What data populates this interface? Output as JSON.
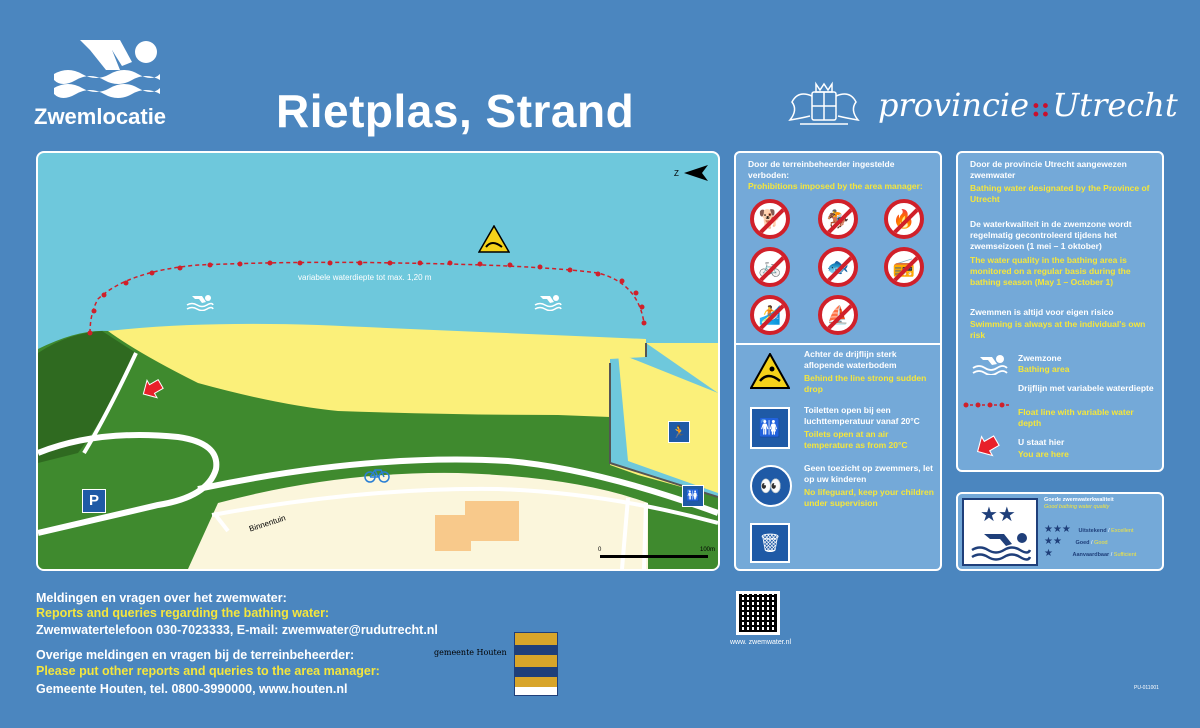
{
  "header": {
    "swim_label": "Zwemlocatie",
    "title": "Rietplas, Strand",
    "province_left": "provincie",
    "province_sep": "::",
    "province_right": "Utrecht"
  },
  "map": {
    "compass": "Z",
    "float_line_label": "variabele waterdiepte tot max. 1,20 m",
    "road_label": "Binnentuin",
    "parking_label": "P",
    "scale_start": "0",
    "scale_end": "100m"
  },
  "prohibitions": {
    "title_nl": "Door de terreinbeheerder ingestelde verboden:",
    "title_en": "Prohibitions imposed by the area manager:",
    "icons": [
      "dog-icon",
      "horse-rider-icon",
      "fire-icon",
      "bicycle-moped-icon",
      "fishing-icon",
      "radio-icon",
      "windsurf-icon",
      "sailboat-icon"
    ]
  },
  "info_items": [
    {
      "nl": "Achter de drijflijn sterk aflopende waterbodem",
      "en": "Behind the line strong sudden drop"
    },
    {
      "nl": "Toiletten open bij een luchttemperatuur vanaf 20°C",
      "en": "Toilets open at an air temperature as from 20°C"
    },
    {
      "nl": "Geen toezicht op zwemmers, let op uw kinderen",
      "en": "No lifeguard, keep your children under supervision"
    }
  ],
  "province_panel": {
    "p1_nl": "Door de provincie Utrecht aangewezen zwemwater",
    "p1_en": "Bathing water designated by the Province of Utrecht",
    "p2_nl": "De waterkwaliteit in de zwemzone wordt regelmatig gecontroleerd tijdens het zwemseizoen  (1 mei – 1 oktober)",
    "p2_en": "The water quality in the bathing area is monitored on a regular basis during the bathing season  (May 1 – October 1)",
    "p3_nl": "Zwemmen is altijd voor eigen risico",
    "p3_en": "Swimming is always at the individual's own risk",
    "legend": [
      {
        "nl": "Zwemzone",
        "en": "Bathing area"
      },
      {
        "nl": "Drijflijn met variabele waterdiepte",
        "en": "Float line with variable water depth"
      },
      {
        "nl": "U staat hier",
        "en": "You are here"
      }
    ]
  },
  "quality": {
    "title_nl": "Goede zwemwaterkwaliteit",
    "title_en": "Good bathing water quality",
    "rows": [
      {
        "stars": "★★★",
        "nl": "Uitstekend",
        "en": "Excellent"
      },
      {
        "stars": "★★",
        "nl": "Goed",
        "en": "Good"
      },
      {
        "stars": "★",
        "nl": "Aanvaardbaar",
        "en": "Sufficient"
      }
    ]
  },
  "footer": {
    "l1_nl": "Meldingen en vragen over het zwemwater:",
    "l1_en": "Reports and queries regarding the bathing water:",
    "l1_contact": "Zwemwatertelefoon 030-7023333, E-mail: zwemwater@rudutrecht.nl",
    "l2_nl": "Overige meldingen en vragen bij de terreinbeheerder:",
    "l2_en": "Please put other reports and queries to the area manager:",
    "l2_contact": "Gemeente Houten, tel. 0800-3990000, www.houten.nl",
    "municipality": "gemeente Houten",
    "qr_url": "www. zwemwater.nl",
    "code": "PU-011001"
  },
  "colors": {
    "background": "#4b86bf",
    "panel": "#74a9d8",
    "accent_yellow": "#f5e63c",
    "prohibition_red": "#d0202a",
    "water": "#6ec8dc",
    "sand": "#fbf07a",
    "grass": "#3f8a2e"
  }
}
